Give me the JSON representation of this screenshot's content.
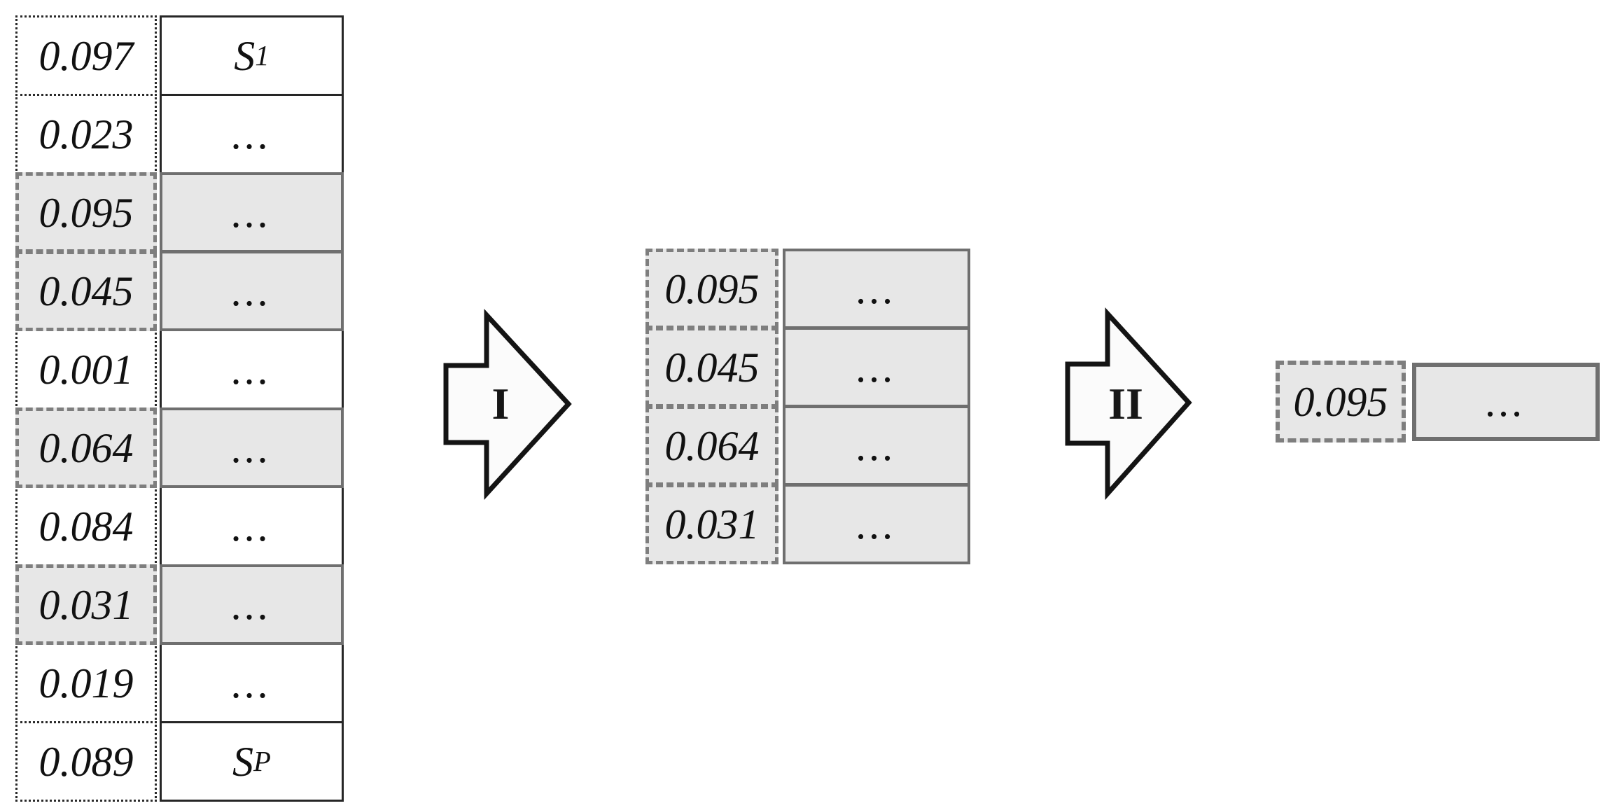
{
  "initial_table": {
    "rows": [
      {
        "score": "0.097",
        "label": "S",
        "label_sub": "1",
        "selected": false
      },
      {
        "score": "0.023",
        "label": "...",
        "selected": false
      },
      {
        "score": "0.095",
        "label": "...",
        "selected": true
      },
      {
        "score": "0.045",
        "label": "...",
        "selected": true
      },
      {
        "score": "0.001",
        "label": "...",
        "selected": false
      },
      {
        "score": "0.064",
        "label": "...",
        "selected": true
      },
      {
        "score": "0.084",
        "label": "...",
        "selected": false
      },
      {
        "score": "0.031",
        "label": "...",
        "selected": true
      },
      {
        "score": "0.019",
        "label": "...",
        "selected": false
      },
      {
        "score": "0.089",
        "label": "S",
        "label_sub": "P",
        "selected": false
      }
    ]
  },
  "arrows": {
    "step_one_label": "I",
    "step_two_label": "II"
  },
  "selected_table": {
    "rows": [
      {
        "score": "0.095",
        "label": "..."
      },
      {
        "score": "0.045",
        "label": "..."
      },
      {
        "score": "0.064",
        "label": "..."
      },
      {
        "score": "0.031",
        "label": "..."
      }
    ]
  },
  "result_row": {
    "score": "0.095",
    "label": "..."
  },
  "colors": {
    "cell_fill_gray": "#e7e7e7",
    "dashed_border_gray": "#7e7e7e",
    "solid_border_gray": "#6f6f6f",
    "border_black": "#262626",
    "arrow_fill": "#fbfbfb",
    "arrow_stroke": "#141414"
  }
}
